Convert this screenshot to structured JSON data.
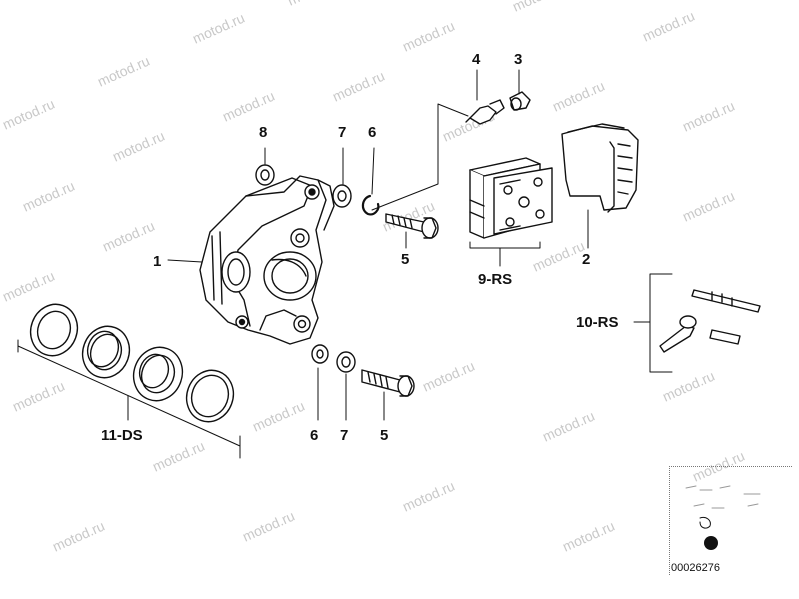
{
  "watermark": "motod.ru",
  "diagram_number": "00026276",
  "callouts": {
    "c1": "1",
    "c2": "2",
    "c3": "3",
    "c4": "4",
    "c5_top": "5",
    "c6_top": "6",
    "c7_top": "7",
    "c8": "8",
    "c9": "9-RS",
    "c10": "10-RS",
    "c11": "11-DS",
    "c6_bottom": "6",
    "c7_bottom": "7",
    "c5_bottom": "5"
  }
}
